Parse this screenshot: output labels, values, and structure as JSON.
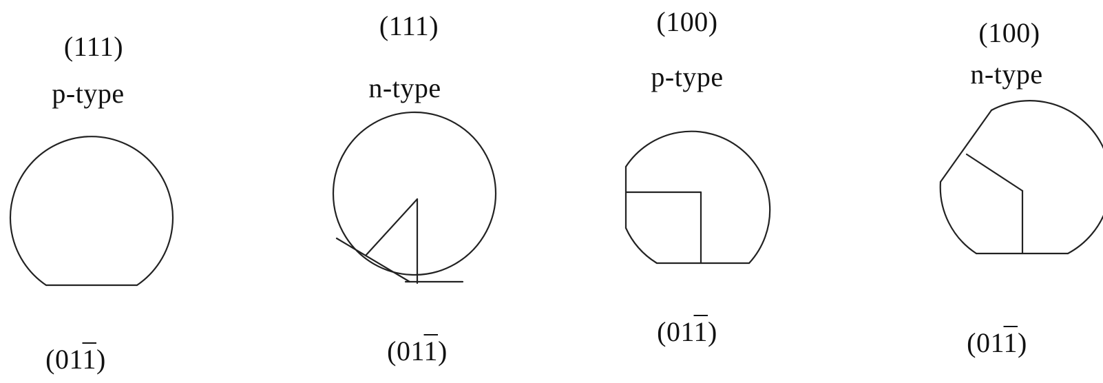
{
  "wafers": [
    {
      "orientation": "(111)",
      "doping": "p-type",
      "flat": {
        "pre": "(01",
        "bar": "1",
        "post": ")"
      }
    },
    {
      "orientation": "(111)",
      "doping": "n-type",
      "flat": {
        "pre": "(01",
        "bar": "1",
        "post": ")"
      }
    },
    {
      "orientation": "(100)",
      "doping": "p-type",
      "flat": {
        "pre": "(01",
        "bar": "1",
        "post": ")"
      }
    },
    {
      "orientation": "(100)",
      "doping": "n-type",
      "flat": {
        "pre": "(01",
        "bar": "1",
        "post": ")"
      }
    }
  ]
}
